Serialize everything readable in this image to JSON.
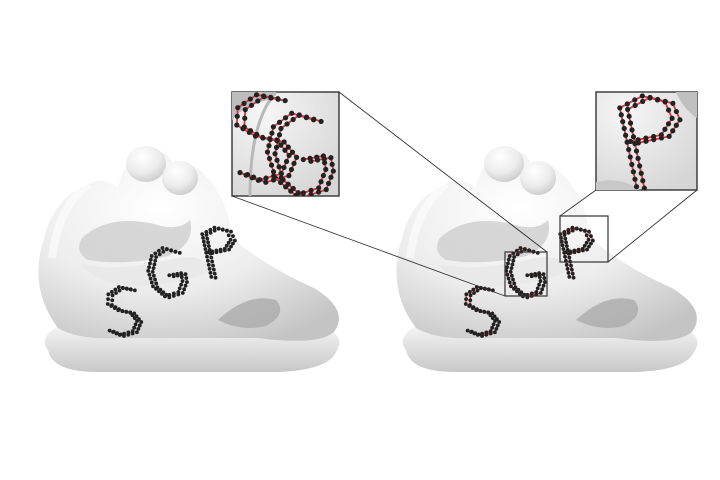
{
  "figure": {
    "panels": [
      {
        "name": "input-points",
        "letters": [
          "S",
          "G",
          "P"
        ],
        "curves_shown": false
      },
      {
        "name": "fitted-curves",
        "letters": [
          "S",
          "G",
          "P"
        ],
        "curves_shown": true
      }
    ],
    "insets": [
      {
        "panel": 1,
        "zoomed_letter": "G",
        "target_panel": "fitted-curves"
      },
      {
        "panel": 2,
        "zoomed_letter": "P",
        "target_panel": "fitted-curves"
      }
    ]
  },
  "colors": {
    "background": "#ffffff",
    "surface_light": "#f7f7f7",
    "surface_mid": "#e3e3e3",
    "surface_shadow": "#bdbdbd",
    "point": "#222222",
    "curve": "#e8323c",
    "frame": "#333333"
  }
}
